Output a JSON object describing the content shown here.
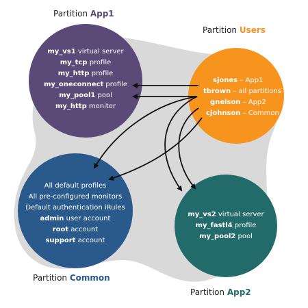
{
  "partitions": {
    "app1": {
      "prefix": "Partition ",
      "name": "App1",
      "color": "#5b4a78",
      "accent": "#3f3159",
      "items": [
        {
          "bold": "my_vs1",
          "rest": " virtual server"
        },
        {
          "bold": "my_tcp",
          "rest": " profile"
        },
        {
          "bold": "my_http",
          "rest": " profile"
        },
        {
          "bold": "my_oneconnect",
          "rest": " profile"
        },
        {
          "bold": "my_pool1",
          "rest": " pool"
        },
        {
          "bold": "my_http",
          "rest": " monitor"
        }
      ]
    },
    "users": {
      "prefix": "Partition ",
      "name": "Users",
      "color": "#f7941d",
      "accent": "#f28c12",
      "items": [
        {
          "bold": "sjones",
          "rest": " – App1"
        },
        {
          "bold": "tbrown",
          "rest": " – all partitions"
        },
        {
          "bold": "gnelson",
          "rest": " – App2"
        },
        {
          "bold": "cjohnson",
          "rest": " – Common"
        }
      ]
    },
    "common": {
      "prefix": "Partition ",
      "name": "Common",
      "color": "#2a5a8c",
      "accent": "#1e4a78",
      "items": [
        {
          "bold": "",
          "rest": "All default profiles"
        },
        {
          "bold": "",
          "rest": "All pre-configured monitors"
        },
        {
          "bold": "",
          "rest": "Default authentication iRules"
        },
        {
          "bold": "admin",
          "rest": " user account"
        },
        {
          "bold": "root",
          "rest": " account"
        },
        {
          "bold": "support",
          "rest": " account"
        }
      ]
    },
    "app2": {
      "prefix": "Partition ",
      "name": "App2",
      "color": "#236b6b",
      "accent": "#1a5e5e",
      "items": [
        {
          "bold": "my_vs2",
          "rest": " virtual server"
        },
        {
          "bold": "my_fastl4",
          "rest": " profile"
        },
        {
          "bold": "my_pool2",
          "rest": " pool"
        }
      ]
    }
  },
  "colors": {
    "blob": "#d9d9d9",
    "arrow": "#111111",
    "label_text": "#222222"
  }
}
